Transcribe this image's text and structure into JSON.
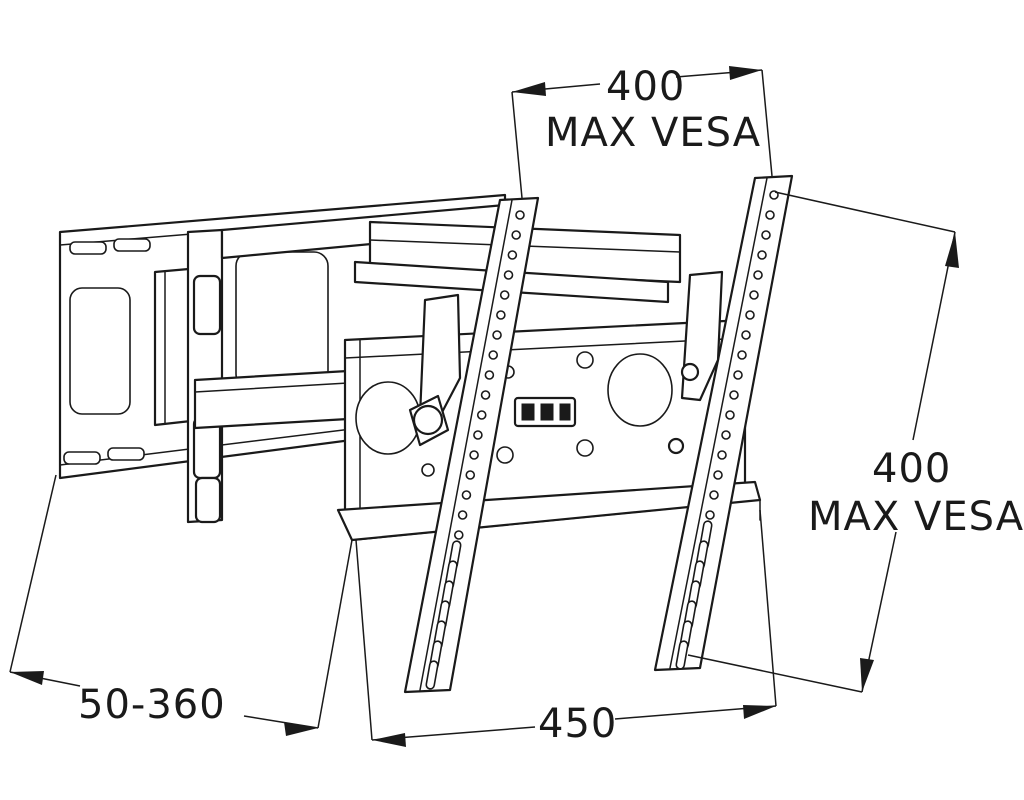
{
  "diagram": {
    "vesa_width": {
      "value": "400",
      "label": "MAX VESA"
    },
    "vesa_height": {
      "value": "400",
      "label": "MAX VESA"
    },
    "arm_extension": {
      "value": "50-360"
    },
    "wall_plate_width": {
      "value": "450"
    }
  }
}
